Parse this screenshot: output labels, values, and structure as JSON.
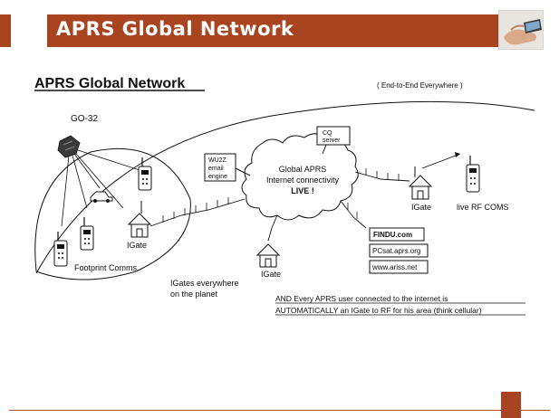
{
  "slide": {
    "title": "APRS Global Network",
    "accent_color": "#a8441f"
  },
  "diagram": {
    "heading": "APRS Global Network",
    "subtitle": "( End-to-End Everywhere )",
    "satellite_label": "GO-32",
    "cq_server_label_1": "CQ",
    "cq_server_label_2": "server",
    "wu2z_label_1": "WU2Z",
    "wu2z_label_2": "email",
    "wu2z_label_3": "engine",
    "cloud_label_1": "Global APRS",
    "cloud_label_2": "Internet connectivity",
    "cloud_label_3": "LIVE !",
    "igate_label": "IGate",
    "live_rf_label": "live RF COMS",
    "findu_label": "FINDU.com",
    "pcsat_label": "PCsat.aprs.org",
    "ariss_label": "www.ariss.net",
    "footprint_label": "Footprint Comms",
    "igates_everywhere_1": "IGates everywhere",
    "igates_everywhere_2": "on the planet",
    "note_line_1": "AND  Every  APRS  user  connected  to  the  internet  is",
    "note_line_2": "AUTOMATICALLY an IGate to RF for his area (think cellular)"
  },
  "icons": {
    "satellite": "satellite-icon",
    "radio": "handheld-radio-icon",
    "house": "house-antenna-icon",
    "car": "car-icon",
    "photo": "hand-device-photo-icon"
  }
}
